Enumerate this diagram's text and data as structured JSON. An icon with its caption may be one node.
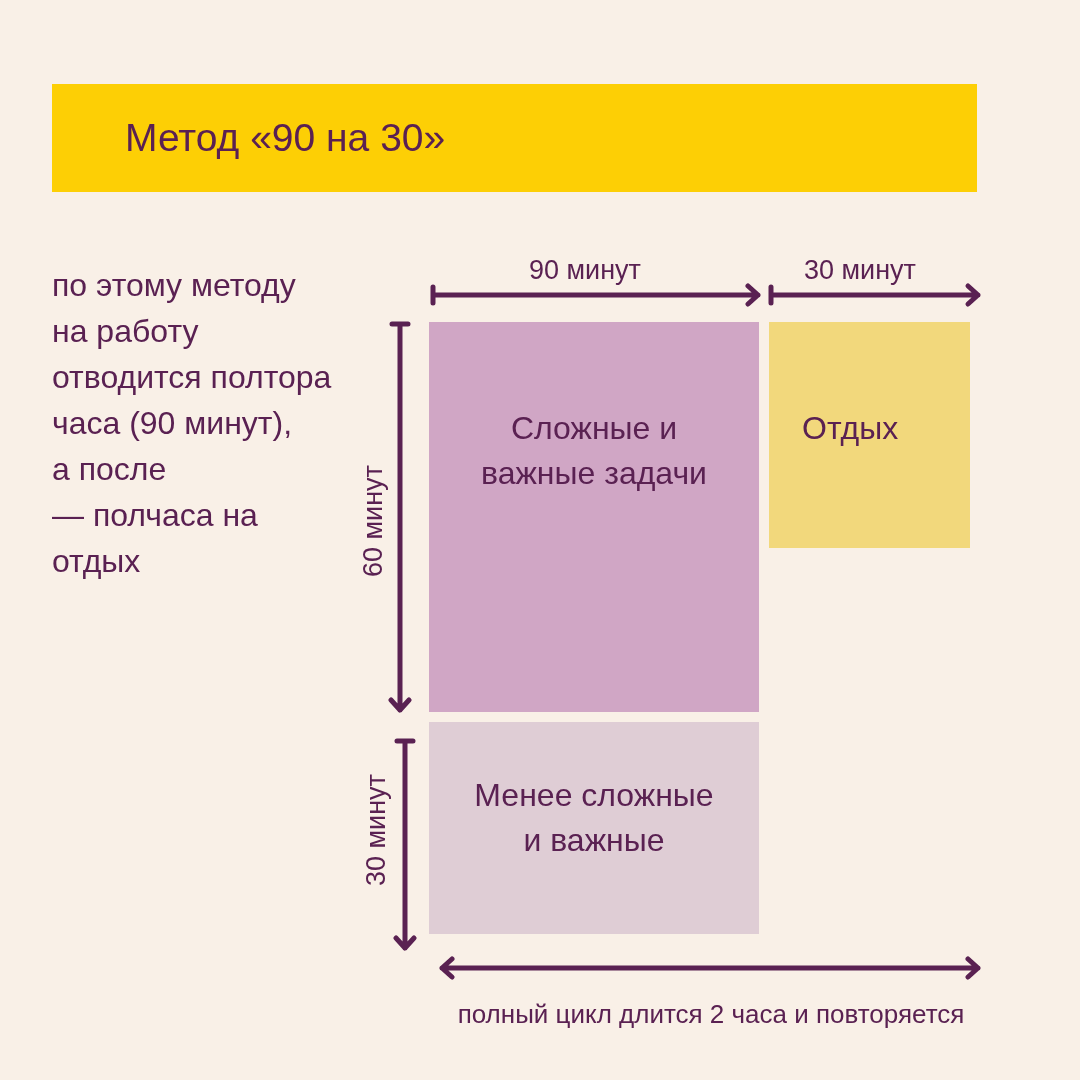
{
  "diagram": {
    "title": "Метод «90 на 30»",
    "nodes": [
      {
        "text": [
          "Сложные и важные задачи"
        ]
      },
      {
        "text": [
          "Отдых"
        ]
      },
      {
        "text": [
          "Менее сложные и важные"
        ]
      }
    ],
    "labels": [
      "по этому методу на работу отводится полтора часа (90 минут), а после — полчаса на отдых",
      "90 минут",
      "30 минут",
      "60 минут",
      "30 минут",
      "полный цикл длится 2 часа и повторяется"
    ]
  }
}
